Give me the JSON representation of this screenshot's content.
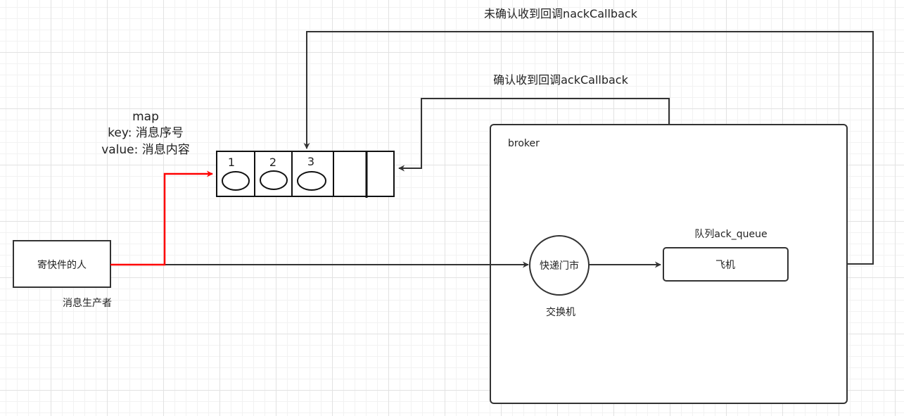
{
  "map_label": {
    "line1": "map",
    "line2": "key: 消息序号",
    "line3": "value: 消息内容"
  },
  "map_slots": [
    "1",
    "2",
    "3"
  ],
  "producer": {
    "box_label": "寄快件的人",
    "caption": "消息生产者"
  },
  "broker": {
    "title": "broker",
    "exchange": {
      "label": "快递门市",
      "caption": "交换机"
    },
    "queue": {
      "caption": "队列ack_queue",
      "label": "飞机"
    }
  },
  "callbacks": {
    "nack": "未确认收到回调nackCallback",
    "ack": "确认收到回调ackCallback"
  },
  "colors": {
    "line": "#333333",
    "highlight": "#ff0000",
    "box_fill": "#ffffff"
  }
}
